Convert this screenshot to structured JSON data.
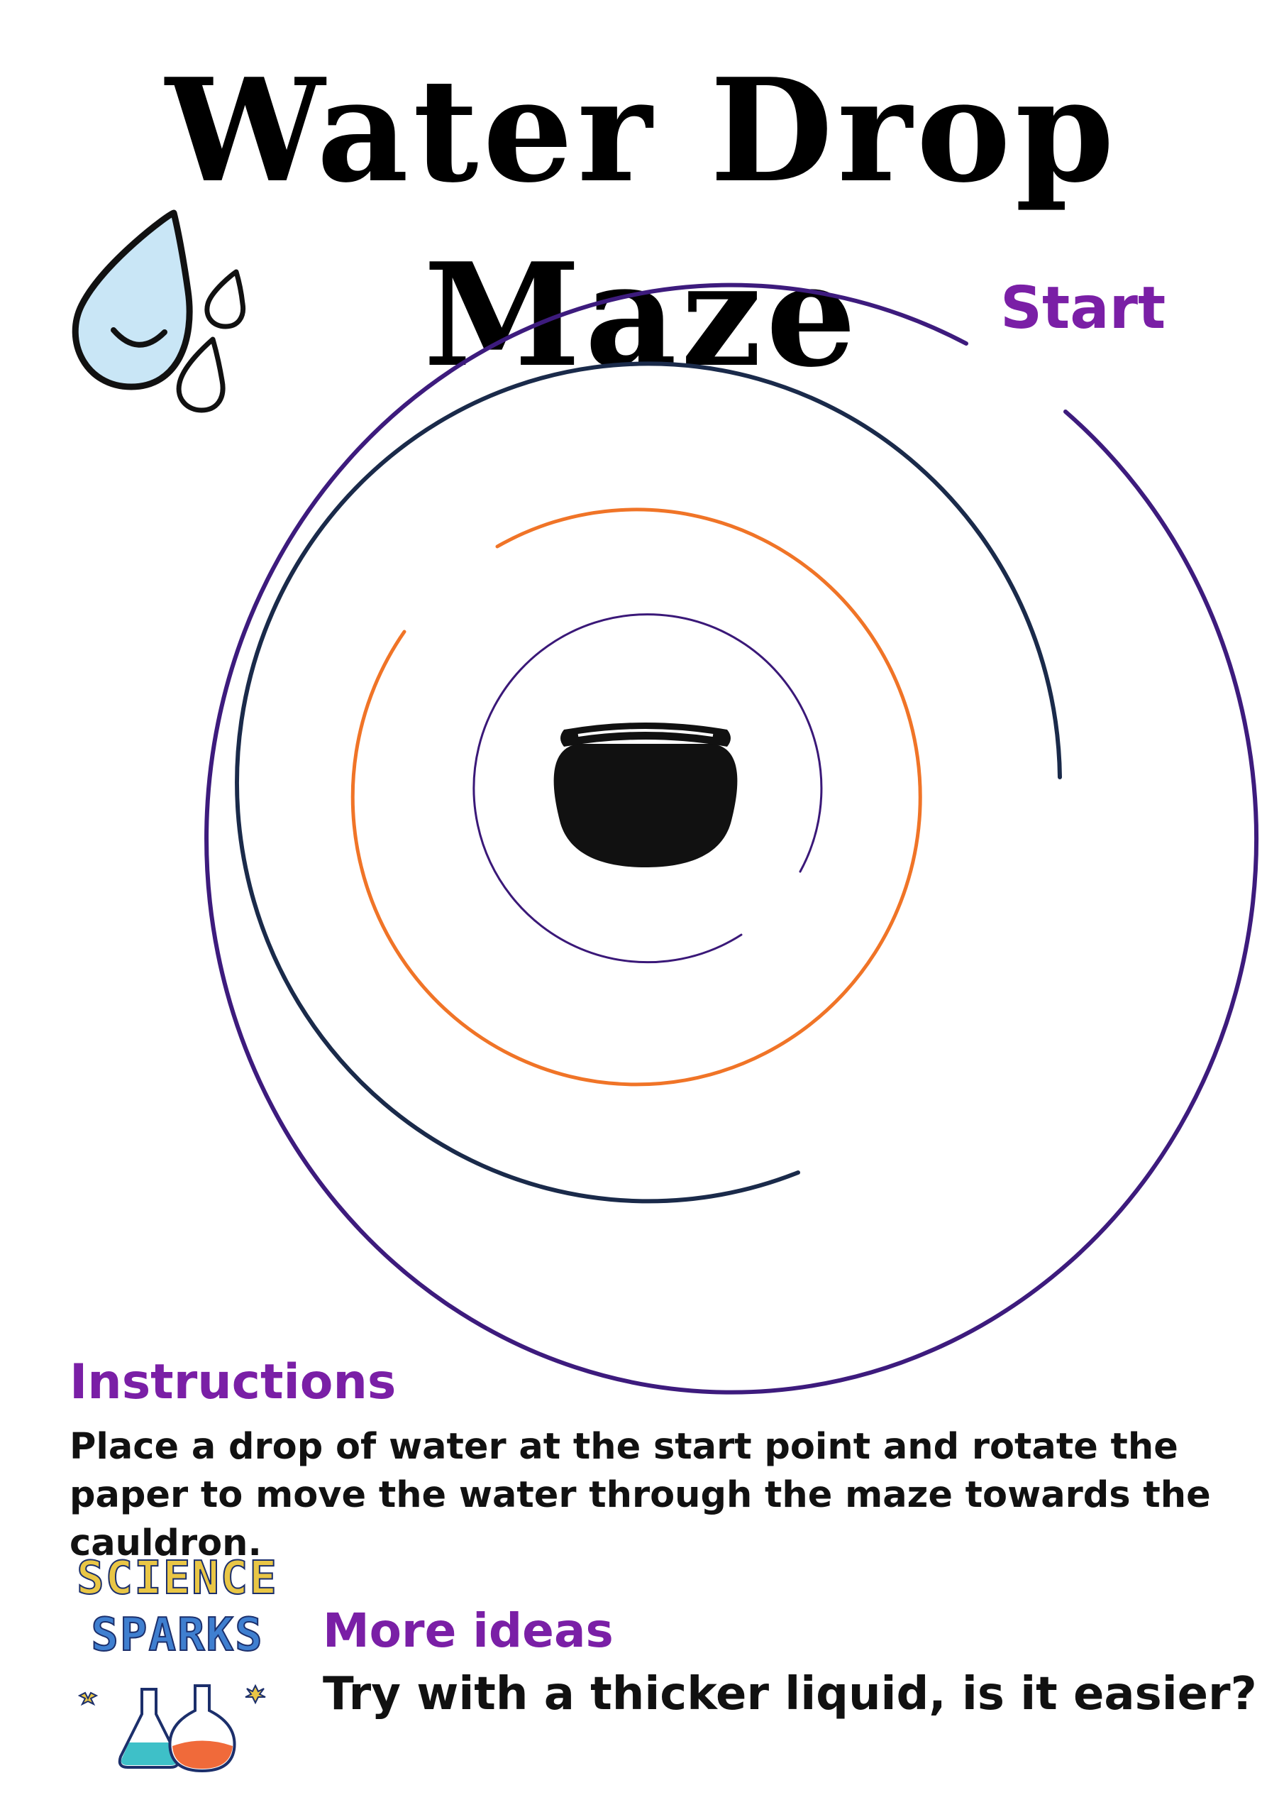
{
  "header": {
    "title": "Water Drop Maze"
  },
  "maze": {
    "start_label": "Start"
  },
  "instructions": {
    "heading": "Instructions",
    "body": "Place a drop of water at the start point and rotate the paper to move the water through the maze towards the cauldron."
  },
  "logo": {
    "line1": "SCIENCE",
    "line2": "SPARKS"
  },
  "more_ideas": {
    "heading": "More ideas",
    "body": "Try with a thicker liquid, is it easier?"
  },
  "colors": {
    "purple": "#7a1fa6",
    "ring_outer": "#3d1b7d",
    "ring_navy": "#1a2a4a",
    "ring_orange": "#f07427",
    "ring_inner": "#3a1878",
    "droplet_fill": "#c9e6f6"
  },
  "icons": [
    "water-drops-icon",
    "cauldron-icon",
    "flask-icon"
  ]
}
